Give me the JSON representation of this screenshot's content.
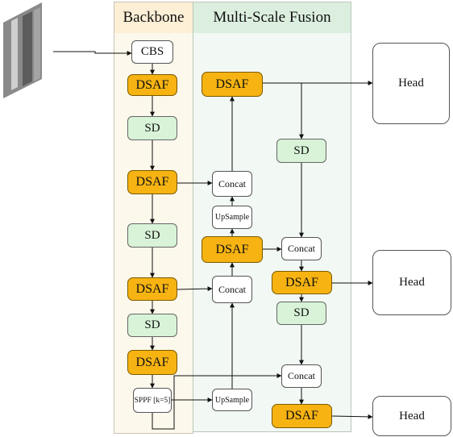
{
  "sections": {
    "backbone_title": "Backbone",
    "fusion_title": "Multi-Scale Fusion"
  },
  "nodes": {
    "cbs": "CBS",
    "dsaf_b1": "DSAF",
    "sd_b1": "SD",
    "dsaf_b2": "DSAF",
    "sd_b2": "SD",
    "dsaf_b3": "DSAF",
    "sd_b3": "SD",
    "dsaf_b4": "DSAF",
    "sppf": "SPPF [k=5]",
    "dsaf_top": "DSAF",
    "concat_1": "Concat",
    "upsample_1": "UpSample",
    "dsaf_mid": "DSAF",
    "concat_2": "Concat",
    "upsample_2": "UpSample",
    "sd_r1": "SD",
    "concat_r1": "Concat",
    "dsaf_r1": "DSAF",
    "sd_r2": "SD",
    "concat_r2": "Concat",
    "dsaf_r2": "DSAF",
    "head_1": "Head",
    "head_2": "Head",
    "head_3": "Head"
  },
  "colors": {
    "dsaf": "#f6b312",
    "sd": "#d8f3d8",
    "backbone_bg": "#fdf8ec",
    "fusion_bg": "#f2f8f3"
  }
}
